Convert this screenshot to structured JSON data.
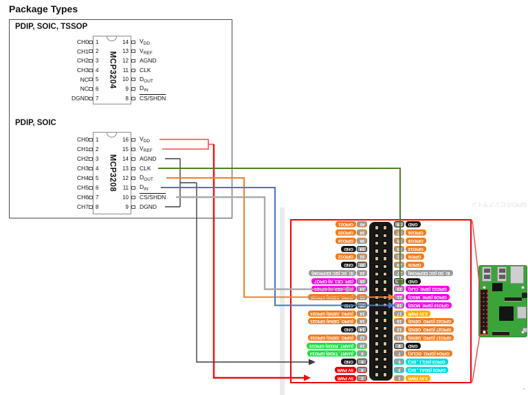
{
  "title": "Package Types",
  "sections": [
    {
      "label": "PDIP, SOIC, TSSOP"
    },
    {
      "label": "PDIP, SOIC"
    }
  ],
  "chips": [
    {
      "name": "MCP3204",
      "left_pins": [
        {
          "num": 1,
          "label": "CH0"
        },
        {
          "num": 2,
          "label": "CH1"
        },
        {
          "num": 3,
          "label": "CH2"
        },
        {
          "num": 4,
          "label": "CH3"
        },
        {
          "num": 5,
          "label": "NC"
        },
        {
          "num": 6,
          "label": "NC"
        },
        {
          "num": 7,
          "label": "DGND"
        }
      ],
      "right_pins": [
        {
          "num": 14,
          "label": "V_DD"
        },
        {
          "num": 13,
          "label": "V_REF"
        },
        {
          "num": 12,
          "label": "AGND"
        },
        {
          "num": 11,
          "label": "CLK"
        },
        {
          "num": 10,
          "label": "D_OUT"
        },
        {
          "num": 9,
          "label": "D_IN"
        },
        {
          "num": 8,
          "label": "~CS/SHDN"
        }
      ]
    },
    {
      "name": "MCP3208",
      "left_pins": [
        {
          "num": 1,
          "label": "CH0"
        },
        {
          "num": 2,
          "label": "CH1"
        },
        {
          "num": 3,
          "label": "CH2"
        },
        {
          "num": 4,
          "label": "CH3"
        },
        {
          "num": 5,
          "label": "CH4"
        },
        {
          "num": 6,
          "label": "CH5"
        },
        {
          "num": 7,
          "label": "CH6"
        },
        {
          "num": 8,
          "label": "CH7"
        }
      ],
      "right_pins": [
        {
          "num": 16,
          "label": "V_DD"
        },
        {
          "num": 15,
          "label": "V_REF"
        },
        {
          "num": 14,
          "label": "AGND"
        },
        {
          "num": 13,
          "label": "CLK"
        },
        {
          "num": 12,
          "label": "D_OUT"
        },
        {
          "num": 11,
          "label": "D_IN"
        },
        {
          "num": 10,
          "label": "~CS/SHDN"
        },
        {
          "num": 9,
          "label": "DGND"
        }
      ]
    }
  ],
  "wires": [
    {
      "id": "vdd",
      "from": "MCP3208 VDD/VREF (pins 16,15)",
      "to": "Pin 2 (5V PWR)",
      "color": "#ee0d0d",
      "bracket_color": "#ff4545"
    },
    {
      "id": "gnd",
      "from": "MCP3208 AGND/DGND (pins 14,9)",
      "to": "Pin 6 (GND)",
      "color": "#3c3c3c"
    },
    {
      "id": "clk",
      "from": "MCP3208 CLK (pin 13)",
      "to": "Pin 23 GPIO11 (SPI0_CLK)",
      "color": "#4d7e27"
    },
    {
      "id": "dout",
      "from": "MCP3208 DOUT (pin 12)",
      "to": "Pin 21 GPIO9 (SPI0_MISO)",
      "color": "#e8802a"
    },
    {
      "id": "din",
      "from": "MCP3208 DIN (pin 11)",
      "to": "Pin 19 GPIO10 (SPI0_MOSI)",
      "color": "#4374c9"
    },
    {
      "id": "cs",
      "from": "MCP3208 CS/SHDN (pin 10)",
      "to": "Pin 24 (SPI_CE0_N) GPIO8",
      "color": "#a9a9a9"
    }
  ],
  "gpio_header": {
    "box_color": "#ee0000",
    "palette": {
      "orange": "#ef7c21",
      "black": "#161616",
      "gray": "#9b9b9b",
      "magenta": "#fa00e6",
      "green": "#1ede46",
      "red": "#e60000",
      "yellow": "#ffae00",
      "cyan": "#00dcdc"
    },
    "pins": [
      {
        "n": 1,
        "label": "3.3V PWR",
        "color": "yellow"
      },
      {
        "n": 2,
        "label": "5V PWR",
        "color": "red"
      },
      {
        "n": 3,
        "label": "GPIO2 (SDA1 , I2C)",
        "color": "cyan"
      },
      {
        "n": 4,
        "label": "5V PWR",
        "color": "red"
      },
      {
        "n": 5,
        "label": "GPIO3 (SCL1 , I2C)",
        "color": "cyan"
      },
      {
        "n": 6,
        "label": "GND",
        "color": "black"
      },
      {
        "n": 7,
        "label": "GPIO4 (GPIO_GCLK)",
        "color": "orange"
      },
      {
        "n": 8,
        "label": "(UART_TXD0) GPIO14",
        "color": "green"
      },
      {
        "n": 9,
        "label": "GND",
        "color": "black"
      },
      {
        "n": 10,
        "label": "(UART_RXD0) GPIO15",
        "color": "green"
      },
      {
        "n": 11,
        "label": "GPIO17 (GPIO_GEN0)",
        "color": "orange"
      },
      {
        "n": 12,
        "label": "(GPIO_GEN1) GPIO18",
        "color": "orange"
      },
      {
        "n": 13,
        "label": "GPIO27 (GPIO_GEN2)",
        "color": "orange"
      },
      {
        "n": 14,
        "label": "GND",
        "color": "black"
      },
      {
        "n": 15,
        "label": "GPIO22 (GPIO_GEN3)",
        "color": "orange"
      },
      {
        "n": 16,
        "label": "(GPIO_GEN4) GPIO23",
        "color": "orange"
      },
      {
        "n": 17,
        "label": "3.3V PWR",
        "color": "yellow"
      },
      {
        "n": 18,
        "label": "(GPIO_GEN5) GPIO24",
        "color": "orange"
      },
      {
        "n": 19,
        "label": "GPIO10 (SPI0_MOSI)",
        "color": "magenta"
      },
      {
        "n": 20,
        "label": "GND",
        "color": "black"
      },
      {
        "n": 21,
        "label": "GPIO9 (SPI0_MISO)",
        "color": "magenta"
      },
      {
        "n": 22,
        "label": "(GPIO_GEN6) GPIO25",
        "color": "orange"
      },
      {
        "n": 23,
        "label": "GPIO11 (SPI0_CLK)",
        "color": "magenta"
      },
      {
        "n": 24,
        "label": "(SPI_CE0_N) GPIO8",
        "color": "magenta"
      },
      {
        "n": 25,
        "label": "GND",
        "color": "black"
      },
      {
        "n": 26,
        "label": "(SPI_CE1_N) GPIO7",
        "color": "magenta"
      },
      {
        "n": 27,
        "label": "ID_SD (I2C EEPROM)",
        "color": "gray"
      },
      {
        "n": 28,
        "label": "ID_SC (I2C EEPROM)",
        "color": "gray"
      },
      {
        "n": 29,
        "label": "GPIO5",
        "color": "orange"
      },
      {
        "n": 30,
        "label": "GND",
        "color": "black"
      },
      {
        "n": 31,
        "label": "GPIO6",
        "color": "orange"
      },
      {
        "n": 32,
        "label": "GPIO12",
        "color": "orange"
      },
      {
        "n": 33,
        "label": "GPIO13",
        "color": "orange"
      },
      {
        "n": 34,
        "label": "GND",
        "color": "black"
      },
      {
        "n": 35,
        "label": "GPIO19",
        "color": "orange"
      },
      {
        "n": 36,
        "label": "GPIO16",
        "color": "orange"
      },
      {
        "n": 37,
        "label": "GPIO26",
        "color": "orange"
      },
      {
        "n": 38,
        "label": "GPIO20",
        "color": "orange"
      },
      {
        "n": 39,
        "label": "GND",
        "color": "black"
      },
      {
        "n": 40,
        "label": "GPIO21",
        "color": "orange"
      }
    ]
  },
  "pi_photo_note": "GPIOのピンアサイン"
}
